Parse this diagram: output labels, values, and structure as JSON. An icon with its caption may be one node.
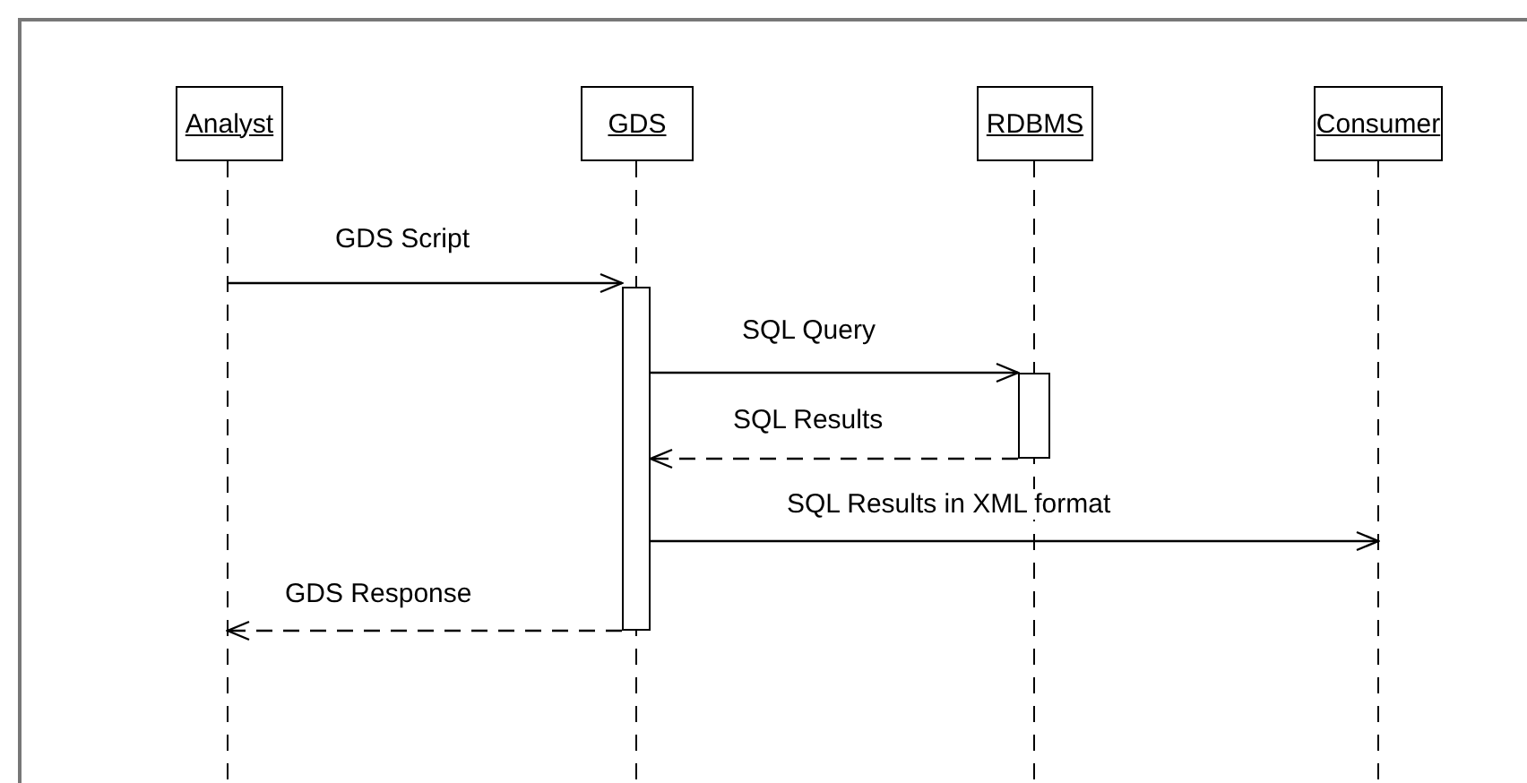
{
  "diagram": {
    "nodes": [
      {
        "text": [
          "Analyst"
        ]
      },
      {
        "text": [
          "GDS"
        ]
      },
      {
        "text": [
          "RDBMS"
        ]
      },
      {
        "text": [
          "Consumer"
        ]
      },
      {
        "text": [],
        "shape": "bar",
        "in": 1
      },
      {
        "text": [],
        "shape": "bar",
        "in": 2
      }
    ],
    "edges": [
      {
        "from": 0,
        "to": 4,
        "arrow": "to",
        "label": "GDS Script"
      },
      {
        "from": 4,
        "to": 5,
        "arrow": "to",
        "label": "SQL Query"
      },
      {
        "from": 5,
        "to": 4,
        "arrow": "to",
        "label": "SQL Results",
        "style": "dashed"
      },
      {
        "from": 4,
        "to": 3,
        "arrow": "to",
        "label": "SQL Results in XML format"
      },
      {
        "from": 4,
        "to": 0,
        "arrow": "to",
        "label": "GDS Response",
        "style": "dashed"
      }
    ]
  }
}
